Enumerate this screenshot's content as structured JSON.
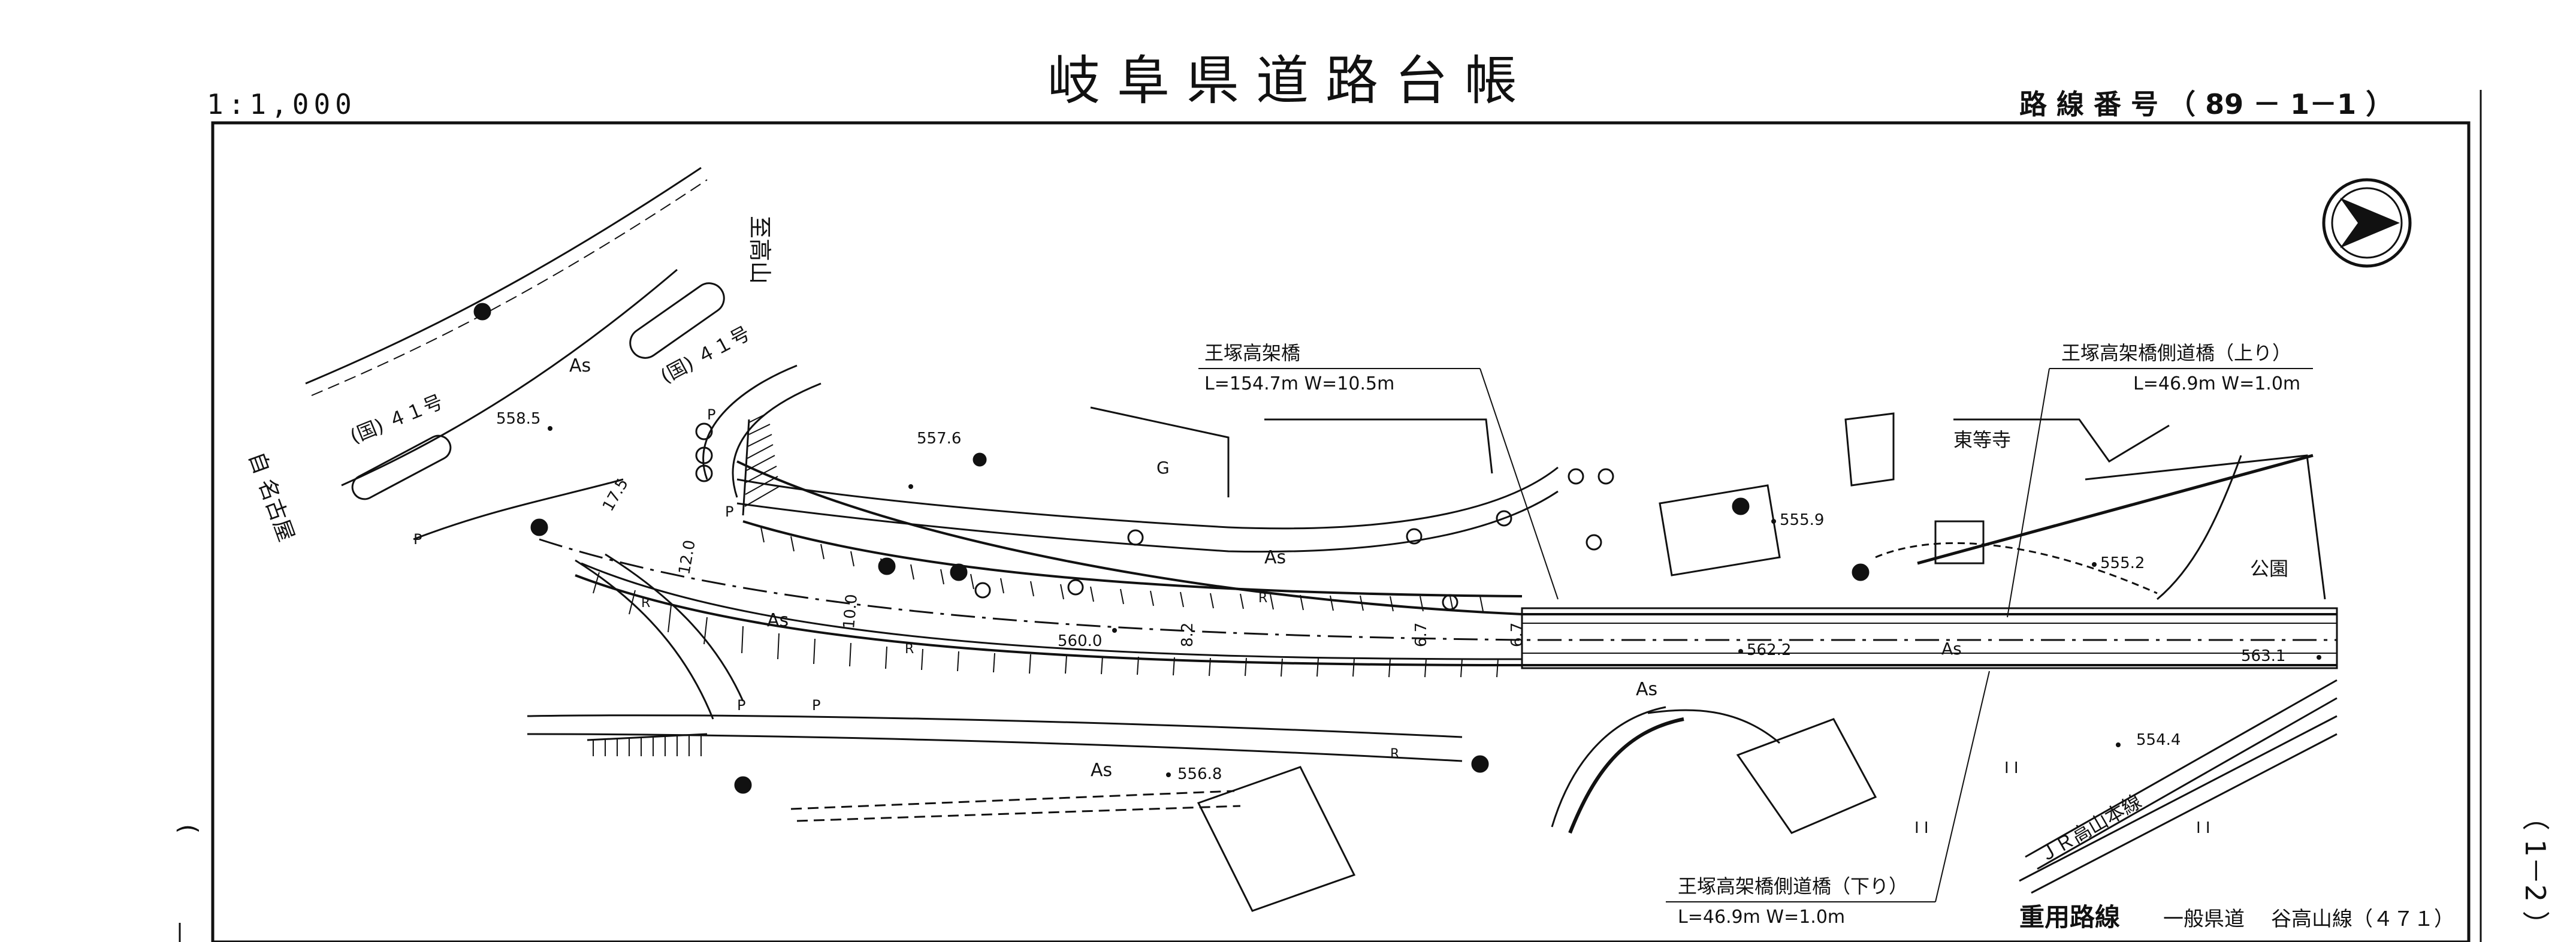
{
  "header": {
    "scale": "1:1,000",
    "title": "岐 阜 県 道 路 台 帳",
    "route_number": "路 線 番 号 （ 89  －  1－1 ）"
  },
  "footer": {
    "sheet_number": "（  1－2  ）",
    "overlap_label": "重用路線",
    "route_class": "一般県道",
    "route_name": "谷高山線（４７１）"
  },
  "bridges": {
    "main": {
      "name": "王塚高架橋",
      "dims": "L=154.7m  W=10.5m"
    },
    "side_up": {
      "name": "王塚高架橋側道橋（上り）",
      "dims": "L=46.9m  W=1.0m"
    },
    "side_down": {
      "name": "王塚高架橋側道橋（下り）",
      "dims": "L=46.9m  W=1.0m"
    }
  },
  "labels": {
    "to_takayama": "至高山",
    "from_nagoya": "自 名古屋",
    "national_41_a": "(国) ４１号",
    "national_41_b": "(国) ４１号",
    "temple": "東等寺",
    "park": "公園",
    "jr_line": "ＪＲ高山本線",
    "G": "G",
    "As": "As"
  },
  "elevations": [
    "558.5",
    "557.6",
    "555.9",
    "555.2",
    "562.2",
    "563.1",
    "554.4",
    "556.8",
    "560.0"
  ],
  "widths": [
    "17.5",
    "12.0",
    "10.0",
    "8.2",
    "6.7",
    "6.7"
  ],
  "icons": [
    "north-arrow-icon"
  ]
}
